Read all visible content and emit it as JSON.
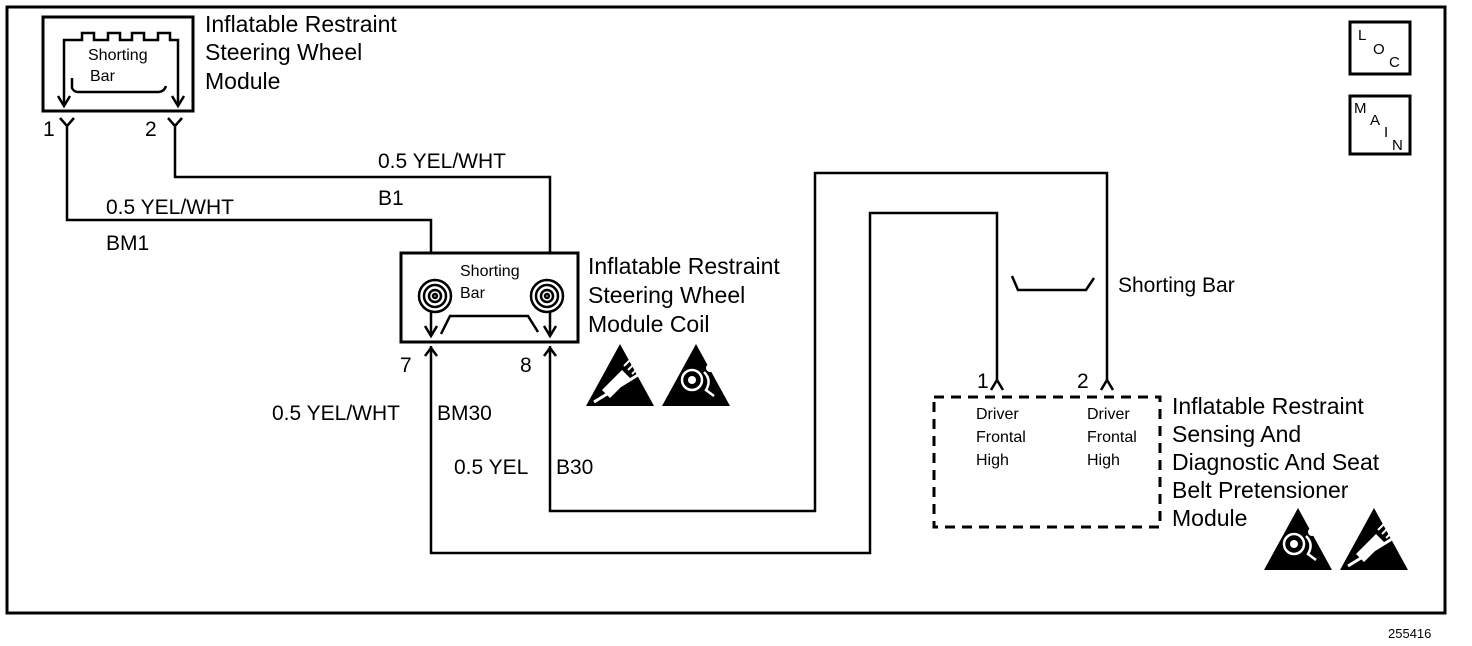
{
  "components": {
    "steering_wheel_module": {
      "title_lines": [
        "Inflatable Restraint",
        "Steering Wheel",
        "Module"
      ],
      "shorting_bar_lines": [
        "Shorting",
        "Bar"
      ],
      "pin1": "1",
      "pin2": "2"
    },
    "module_coil": {
      "title_lines": [
        "Inflatable Restraint",
        "Steering Wheel",
        "Module Coil"
      ],
      "shorting_bar_lines": [
        "Shorting",
        "Bar"
      ],
      "pin7": "7",
      "pin8": "8"
    },
    "sdm": {
      "title_lines": [
        "Inflatable Restraint",
        "Sensing And",
        "Diagnostic And Seat",
        "Belt Pretensioner",
        "Module"
      ],
      "pin1": "1",
      "pin2": "2",
      "pin1_label_lines": [
        "Driver",
        "Frontal",
        "High"
      ],
      "pin2_label_lines": [
        "Driver",
        "Frontal",
        "High"
      ],
      "shorting_bar": "Shorting Bar"
    }
  },
  "wires": {
    "bm1": {
      "color": "0.5 YEL/WHT",
      "circuit": "BM1"
    },
    "b1": {
      "color": "0.5 YEL/WHT",
      "circuit": "B1"
    },
    "bm30": {
      "color": "0.5 YEL/WHT",
      "circuit": "BM30"
    },
    "b30": {
      "color": "0.5 YEL",
      "circuit": "B30"
    }
  },
  "nav_buttons": {
    "loc": [
      "L",
      "O",
      "C"
    ],
    "main": [
      "M",
      "A",
      "I",
      "N"
    ]
  },
  "figure_code": "255416"
}
